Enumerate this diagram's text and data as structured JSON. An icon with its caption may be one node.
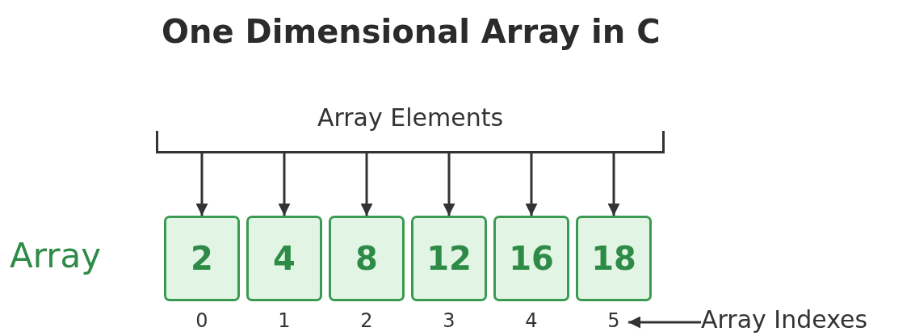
{
  "diagram": {
    "title": "One Dimensional Array in C",
    "nodes": [
      {
        "text": [
          "Array Elements"
        ]
      },
      {
        "text": [
          "2"
        ]
      },
      {
        "text": [
          "4"
        ]
      },
      {
        "text": [
          "8"
        ]
      },
      {
        "text": [
          "12"
        ]
      },
      {
        "text": [
          "16"
        ]
      },
      {
        "text": [
          "18"
        ]
      },
      {
        "text": [
          "0"
        ]
      },
      {
        "text": [
          "1"
        ]
      },
      {
        "text": [
          "2"
        ]
      },
      {
        "text": [
          "3"
        ]
      },
      {
        "text": [
          "4"
        ]
      },
      {
        "text": [
          "5"
        ]
      },
      {
        "text": [
          "Array Indexes"
        ]
      }
    ],
    "edges": [
      {
        "from": 0,
        "to": 1,
        "arrow": "to"
      },
      {
        "from": 0,
        "to": 2,
        "arrow": "to"
      },
      {
        "from": 0,
        "to": 3,
        "arrow": "to"
      },
      {
        "from": 0,
        "to": 4,
        "arrow": "to"
      },
      {
        "from": 0,
        "to": 5,
        "arrow": "to"
      },
      {
        "from": 0,
        "to": 6,
        "arrow": "to"
      },
      {
        "from": 13,
        "to": 12,
        "arrow": "to"
      }
    ],
    "labels": [
      "Array"
    ]
  }
}
